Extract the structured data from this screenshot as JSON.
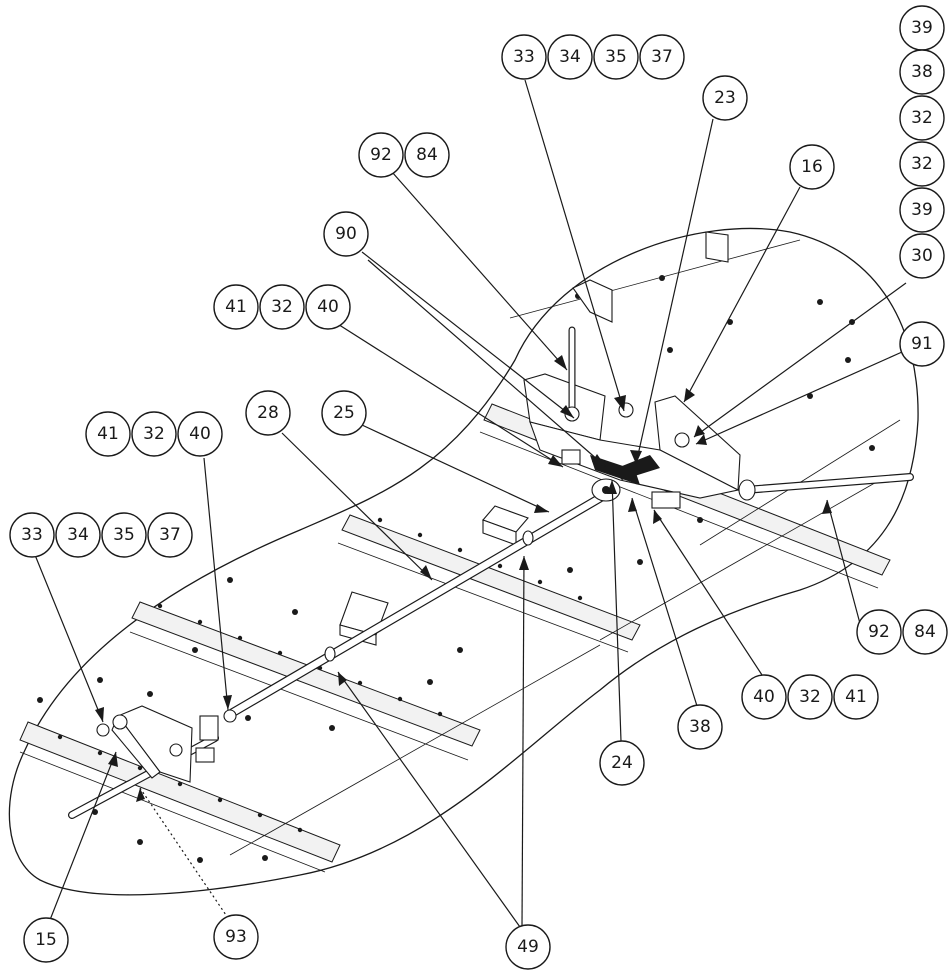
{
  "balloons": [
    {
      "id": "b-39-top",
      "label": "39"
    },
    {
      "id": "b-38",
      "label": "38"
    },
    {
      "id": "b-32-a",
      "label": "32"
    },
    {
      "id": "b-32-b",
      "label": "32"
    },
    {
      "id": "b-39-b",
      "label": "39"
    },
    {
      "id": "b-30",
      "label": "30"
    },
    {
      "id": "b-91",
      "label": "91"
    },
    {
      "id": "b-16",
      "label": "16"
    },
    {
      "id": "b-23",
      "label": "23"
    },
    {
      "id": "b-33-top",
      "label": "33"
    },
    {
      "id": "b-34-top",
      "label": "34"
    },
    {
      "id": "b-35-top",
      "label": "35"
    },
    {
      "id": "b-37-top",
      "label": "37"
    },
    {
      "id": "b-92-top",
      "label": "92"
    },
    {
      "id": "b-84-top",
      "label": "84"
    },
    {
      "id": "b-90",
      "label": "90"
    },
    {
      "id": "b-41-a",
      "label": "41"
    },
    {
      "id": "b-32-c",
      "label": "32"
    },
    {
      "id": "b-40-a",
      "label": "40"
    },
    {
      "id": "b-28",
      "label": "28"
    },
    {
      "id": "b-25",
      "label": "25"
    },
    {
      "id": "b-41-b",
      "label": "41"
    },
    {
      "id": "b-32-d",
      "label": "32"
    },
    {
      "id": "b-40-b",
      "label": "40"
    },
    {
      "id": "b-33-left",
      "label": "33"
    },
    {
      "id": "b-34-left",
      "label": "34"
    },
    {
      "id": "b-35-left",
      "label": "35"
    },
    {
      "id": "b-37-left",
      "label": "37"
    },
    {
      "id": "b-92-right",
      "label": "92"
    },
    {
      "id": "b-84-right",
      "label": "84"
    },
    {
      "id": "b-40-c",
      "label": "40"
    },
    {
      "id": "b-32-e",
      "label": "32"
    },
    {
      "id": "b-41-c",
      "label": "41"
    },
    {
      "id": "b-38-bottom",
      "label": "38"
    },
    {
      "id": "b-24",
      "label": "24"
    },
    {
      "id": "b-15",
      "label": "15"
    },
    {
      "id": "b-93",
      "label": "93"
    },
    {
      "id": "b-49",
      "label": "49"
    }
  ]
}
